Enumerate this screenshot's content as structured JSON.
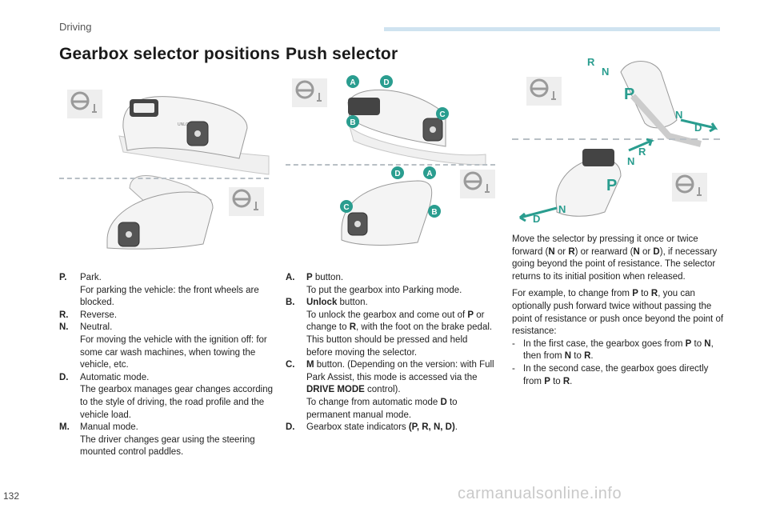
{
  "header": {
    "section": "Driving"
  },
  "titles": {
    "left": "Gearbox selector positions",
    "middle": "Push selector"
  },
  "figure_labels": {
    "a": "A",
    "b": "B",
    "c": "C",
    "d": "D",
    "p": "P",
    "r": "R",
    "n": "N",
    "dd": "D",
    "unlock": "UNLOCK"
  },
  "positions": [
    {
      "key": "P.",
      "title": "Park.",
      "desc": "For parking the vehicle: the front wheels are blocked."
    },
    {
      "key": "R.",
      "title": "Reverse.",
      "desc": ""
    },
    {
      "key": "N.",
      "title": "Neutral.",
      "desc": "For moving the vehicle with the ignition off: for some car wash machines, when towing the vehicle, etc."
    },
    {
      "key": "D.",
      "title": "Automatic mode.",
      "desc": "The gearbox manages gear changes according to the style of driving, the road profile and the vehicle load."
    },
    {
      "key": "M.",
      "title": "Manual mode.",
      "desc": "The driver changes gear using the steering mounted control paddles."
    }
  ],
  "push": {
    "a_key": "A.",
    "a_bold": "P",
    "a_text": " button.",
    "a_desc": "To put the gearbox into Parking mode.",
    "b_key": "B.",
    "b_bold": "Unlock",
    "b_text": " button.",
    "b_desc1a": "To unlock the gearbox and come out of ",
    "b_p": "P",
    "b_desc1b": "or change to ",
    "b_r": "R",
    "b_desc1c": ", with the foot on the brake pedal.",
    "b_desc2": "This button should be pressed and held before moving the selector.",
    "c_key": "C.",
    "c_bold": "M",
    "c_text": " button. (Depending on the version: with Full Park Assist, this mode is accessed via the ",
    "c_drive": "DRIVE MODE",
    "c_text2": " control).",
    "c_desc_a": "To change from automatic mode ",
    "c_d": "D",
    "c_desc_b": " to permanent manual mode.",
    "d_key": "D.",
    "d_text": "Gearbox state indicators ",
    "d_bold": "(P, R, N, D)",
    "d_end": "."
  },
  "right": {
    "p1a": "Move the selector by pressing it once or twice forward (",
    "p1_n1": "N",
    "p1_or1": " or ",
    "p1_r": "R",
    "p1b": ") or rearward (",
    "p1_n2": "N",
    "p1_or2": " or ",
    "p1_d": "D",
    "p1c": "), if necessary going beyond the point of resistance. The selector returns to its initial position when released.",
    "p2a": "For example, to change from ",
    "p2_p": "P",
    "p2_to": " to ",
    "p2_r": "R",
    "p2b": ", you can optionally push forward twice without passing the point of resistance or push once beyond the point of resistance:",
    "b1a": "In the first case, the gearbox goes from ",
    "b1_p": "P",
    "b1_to1": " to ",
    "b1_n": "N",
    "b1b": ", then from ",
    "b1_n2": "N",
    "b1_to2": " to ",
    "b1_r": "R",
    "b1_end": ".",
    "b2a": "In the second case, the gearbox goes directly from ",
    "b2_p": "P",
    "b2_to": " to ",
    "b2_r": "R",
    "b2_end": "."
  },
  "footer": {
    "page": "132",
    "watermark": "carmanualsonline.info"
  },
  "colors": {
    "accent": "#2a9d8f",
    "arrow": "#2a9d8f",
    "header_bar": "#cfe3f0"
  }
}
